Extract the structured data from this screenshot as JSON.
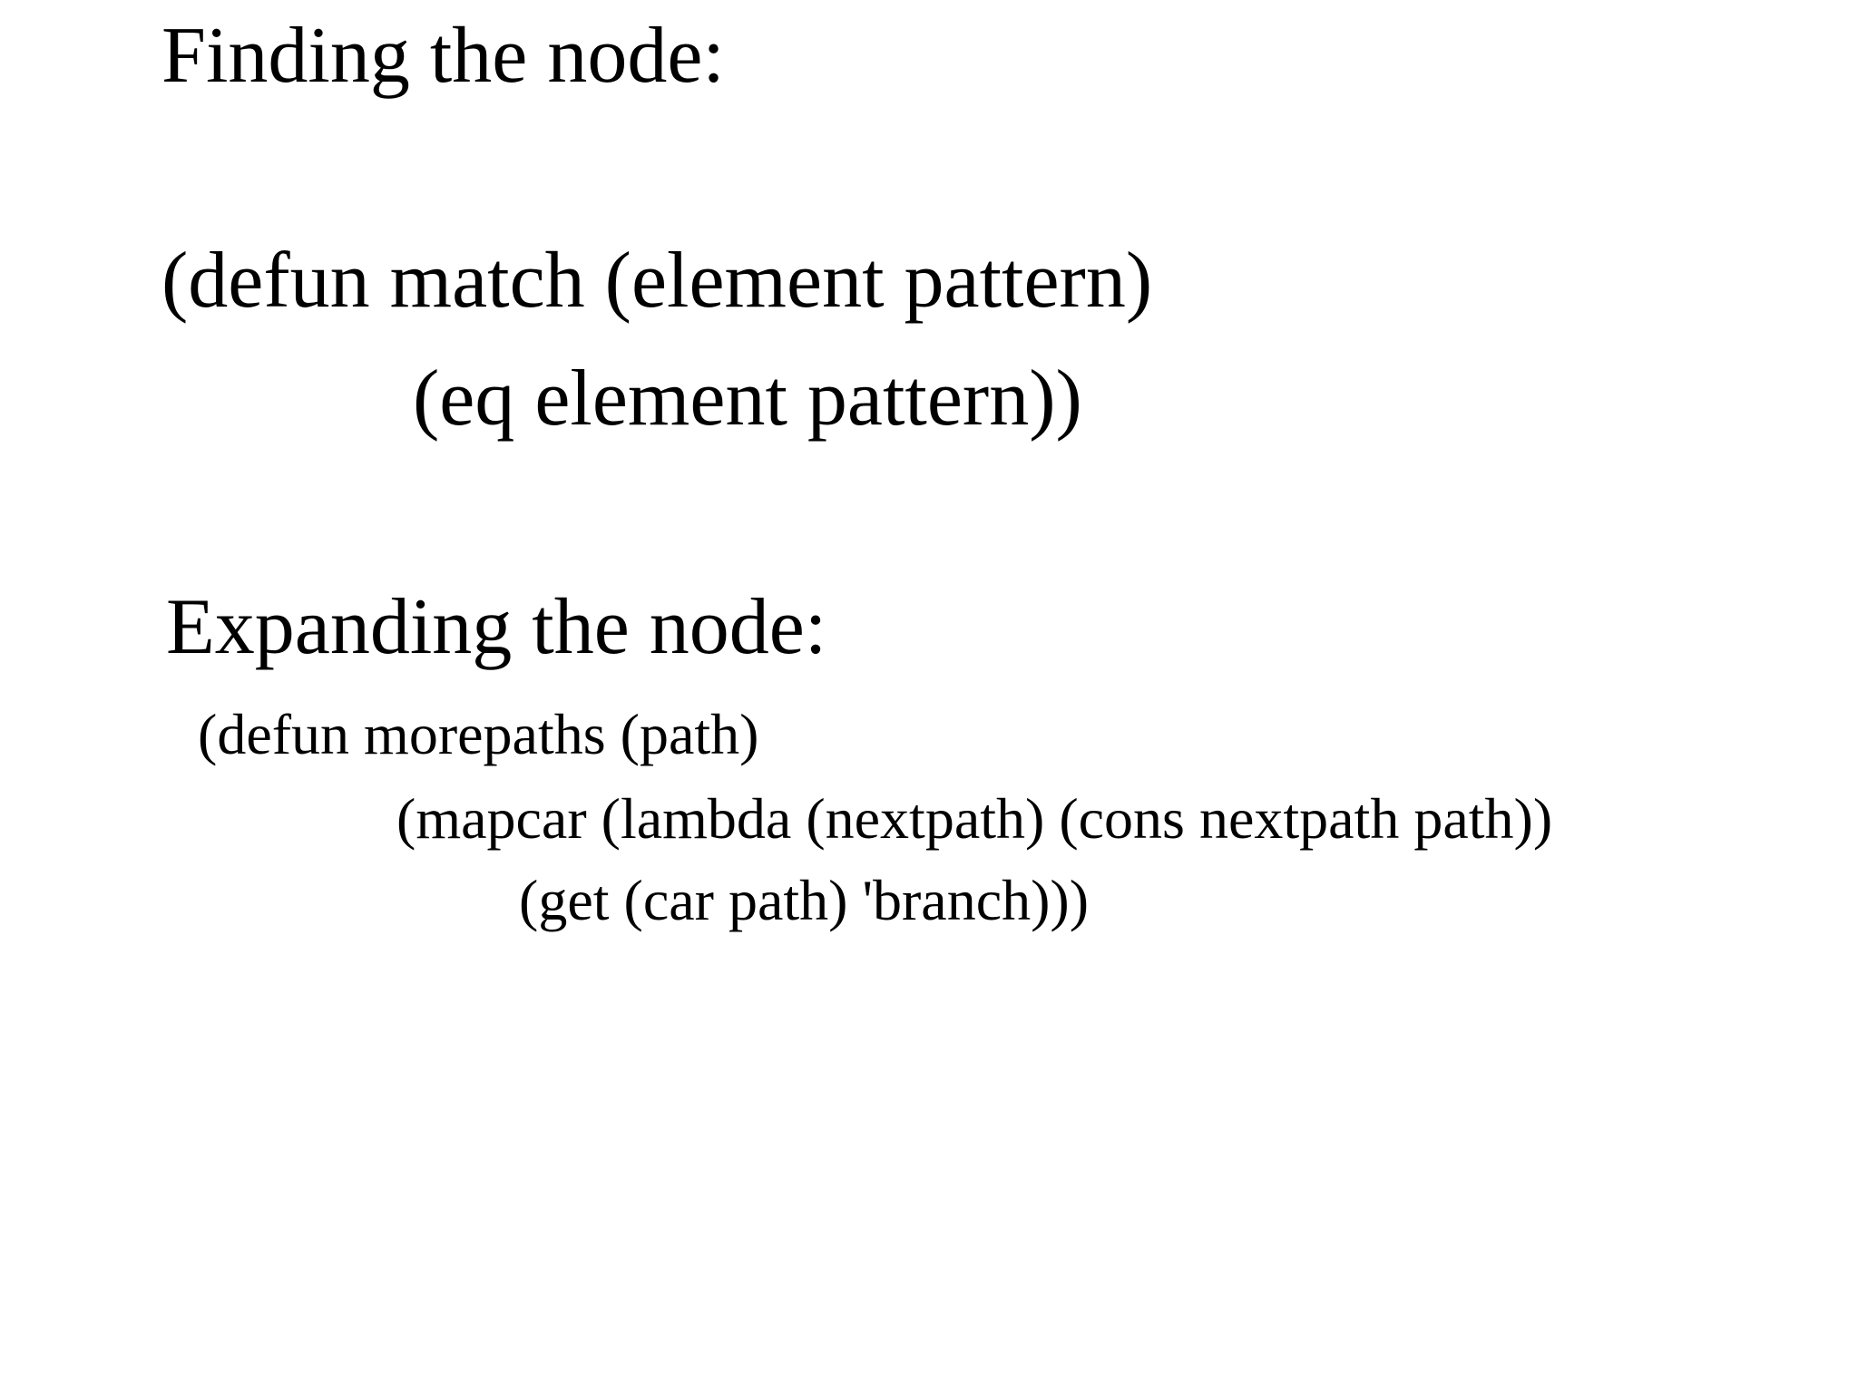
{
  "slide": {
    "background": "#ffffff",
    "text_color": "#000000",
    "sections": [
      {
        "heading": "Finding the node:",
        "code": [
          "(defun match (element pattern)",
          "(eq element pattern))"
        ]
      },
      {
        "heading": "Expanding the node:",
        "code": [
          "(defun morepaths (path)",
          "(mapcar (lambda (nextpath) (cons nextpath path))",
          "(get (car path) 'branch)))"
        ]
      }
    ]
  }
}
